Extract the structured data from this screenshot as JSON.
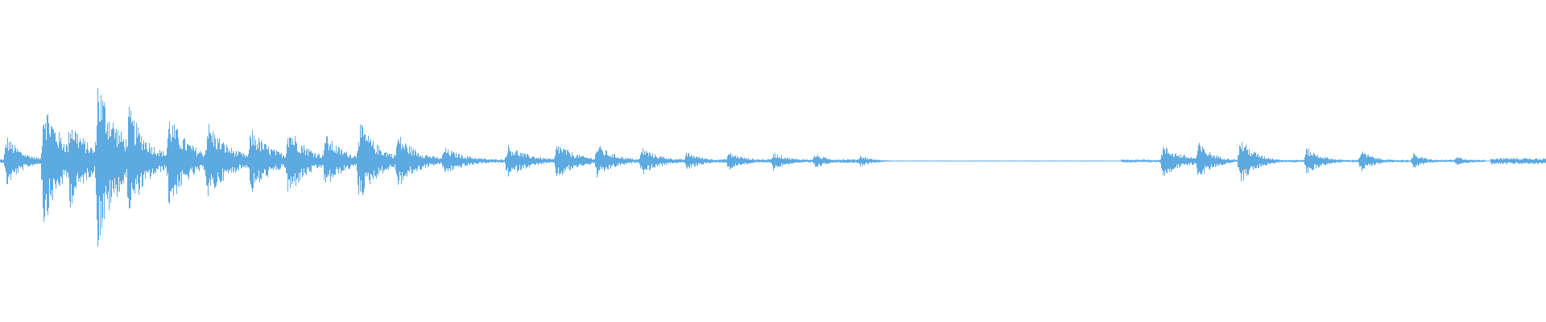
{
  "waveform": {
    "color": "#5DA9E1",
    "background": "#FFFFFF",
    "description_kind": "audio-waveform",
    "bursts": [
      {
        "t": 0.004,
        "amp": 0.17,
        "decay": 0.01
      },
      {
        "t": 0.028,
        "amp": 0.42,
        "decay": 0.012
      },
      {
        "t": 0.045,
        "amp": 0.3,
        "decay": 0.012
      },
      {
        "t": 0.063,
        "amp": 0.55,
        "decay": 0.014
      },
      {
        "t": 0.083,
        "amp": 0.35,
        "decay": 0.013
      },
      {
        "t": 0.109,
        "amp": 0.3,
        "decay": 0.014
      },
      {
        "t": 0.134,
        "amp": 0.26,
        "decay": 0.014
      },
      {
        "t": 0.162,
        "amp": 0.22,
        "decay": 0.014
      },
      {
        "t": 0.186,
        "amp": 0.24,
        "decay": 0.013
      },
      {
        "t": 0.21,
        "amp": 0.18,
        "decay": 0.013
      },
      {
        "t": 0.232,
        "amp": 0.26,
        "decay": 0.013
      },
      {
        "t": 0.257,
        "amp": 0.18,
        "decay": 0.013
      },
      {
        "t": 0.287,
        "amp": 0.09,
        "decay": 0.015
      },
      {
        "t": 0.328,
        "amp": 0.11,
        "decay": 0.014
      },
      {
        "t": 0.36,
        "amp": 0.12,
        "decay": 0.013
      },
      {
        "t": 0.386,
        "amp": 0.11,
        "decay": 0.012
      },
      {
        "t": 0.415,
        "amp": 0.09,
        "decay": 0.012
      },
      {
        "t": 0.444,
        "amp": 0.06,
        "decay": 0.011
      },
      {
        "t": 0.471,
        "amp": 0.06,
        "decay": 0.011
      },
      {
        "t": 0.5,
        "amp": 0.06,
        "decay": 0.01
      },
      {
        "t": 0.527,
        "amp": 0.05,
        "decay": 0.008
      },
      {
        "t": 0.556,
        "amp": 0.04,
        "decay": 0.008
      },
      {
        "t": 0.752,
        "amp": 0.1,
        "decay": 0.014
      },
      {
        "t": 0.775,
        "amp": 0.12,
        "decay": 0.01
      },
      {
        "t": 0.802,
        "amp": 0.15,
        "decay": 0.01
      },
      {
        "t": 0.845,
        "amp": 0.09,
        "decay": 0.01
      },
      {
        "t": 0.88,
        "amp": 0.07,
        "decay": 0.009
      },
      {
        "t": 0.914,
        "amp": 0.05,
        "decay": 0.008
      },
      {
        "t": 0.942,
        "amp": 0.03,
        "decay": 0.008
      }
    ],
    "noise_floor_segments": [
      {
        "start": 0.0,
        "end": 0.56,
        "amp": 0.012
      },
      {
        "start": 0.56,
        "end": 0.712,
        "amp": 0.003
      },
      {
        "start": 0.725,
        "end": 0.745,
        "amp": 0.01
      },
      {
        "start": 0.745,
        "end": 0.96,
        "amp": 0.008
      },
      {
        "start": 0.964,
        "end": 1.0,
        "amp": 0.02
      }
    ]
  }
}
